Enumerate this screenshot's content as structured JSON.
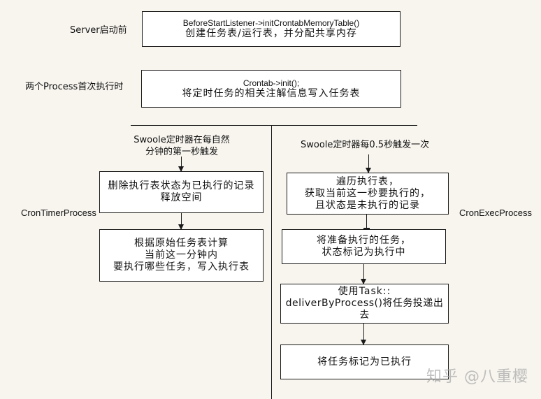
{
  "stages": {
    "server_start": {
      "label": "Server启动前",
      "box_line1": "BeforeStartListener->initCrontabMemoryTable()",
      "box_line2": "创建任务表/运行表，并分配共享内存"
    },
    "process_init": {
      "label": "两个Process首次执行时",
      "box_line1": "Crontab->init();",
      "box_line2": "将定时任务的相关注解信息写入任务表"
    }
  },
  "timer_process": {
    "name": "CronTimerProcess",
    "trigger_line1": "Swoole定时器在每自然",
    "trigger_line2": "分钟的第一秒触发",
    "steps": [
      {
        "line1": "删除执行表状态为已执行的记录",
        "line2": "释放空间"
      },
      {
        "line1": "根据原始任务表计算",
        "line2": "当前这一分钟内",
        "line3": "要执行哪些任务，写入执行表"
      }
    ]
  },
  "exec_process": {
    "name": "CronExecProcess",
    "trigger": "Swoole定时器每0.5秒触发一次",
    "steps": [
      {
        "line1": "遍历执行表，",
        "line2": "获取当前这一秒要执行的，",
        "line3": "且状态是未执行的记录"
      },
      {
        "line1": "将准备执行的任务，",
        "line2": "状态标记为执行中"
      },
      {
        "line1": "使用Task::",
        "line2": "deliverByProcess()将任务投递出去"
      },
      {
        "line1": "将任务标记为已执行"
      }
    ]
  },
  "watermark": "知乎 @八重樱",
  "colors": {
    "background": "#f8f5ef",
    "box_fill": "#ffffff",
    "stroke": "#1a1a1a"
  }
}
